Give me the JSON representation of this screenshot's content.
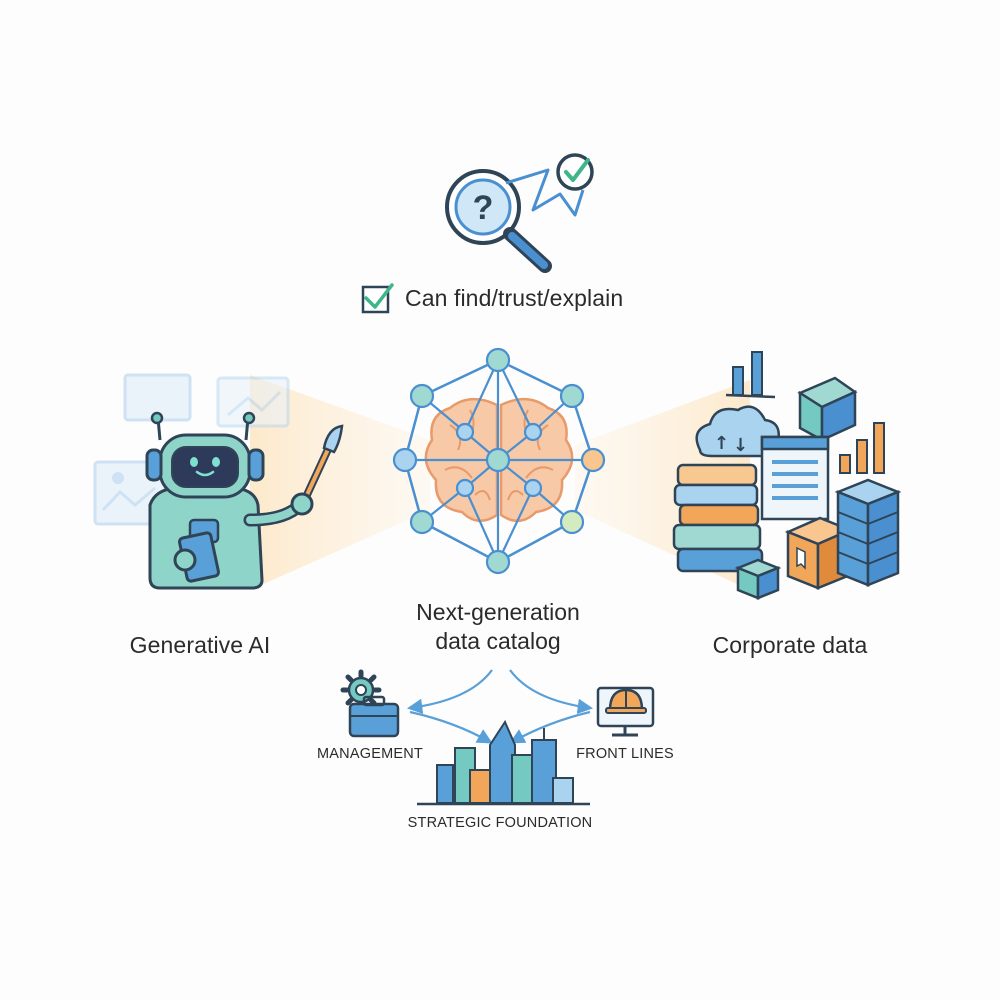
{
  "top": {
    "check_label": "Can find/trust/explain"
  },
  "left": {
    "label": "Generative AI"
  },
  "center": {
    "line1": "Next-generation",
    "line2": "data catalog"
  },
  "right": {
    "label": "Corporate data"
  },
  "bottom": {
    "management": "MANAGEMENT",
    "front_lines": "FRONT LINES",
    "foundation": "STRATEGIC FOUNDATION"
  },
  "colors": {
    "outline": "#2f4457",
    "blue": "#4a8fd0",
    "teal": "#74c9c0",
    "light_blue": "#a9d3ee",
    "orange": "#f2a65a",
    "beam": "#fbe3bf",
    "green_check": "#3fb58a"
  }
}
